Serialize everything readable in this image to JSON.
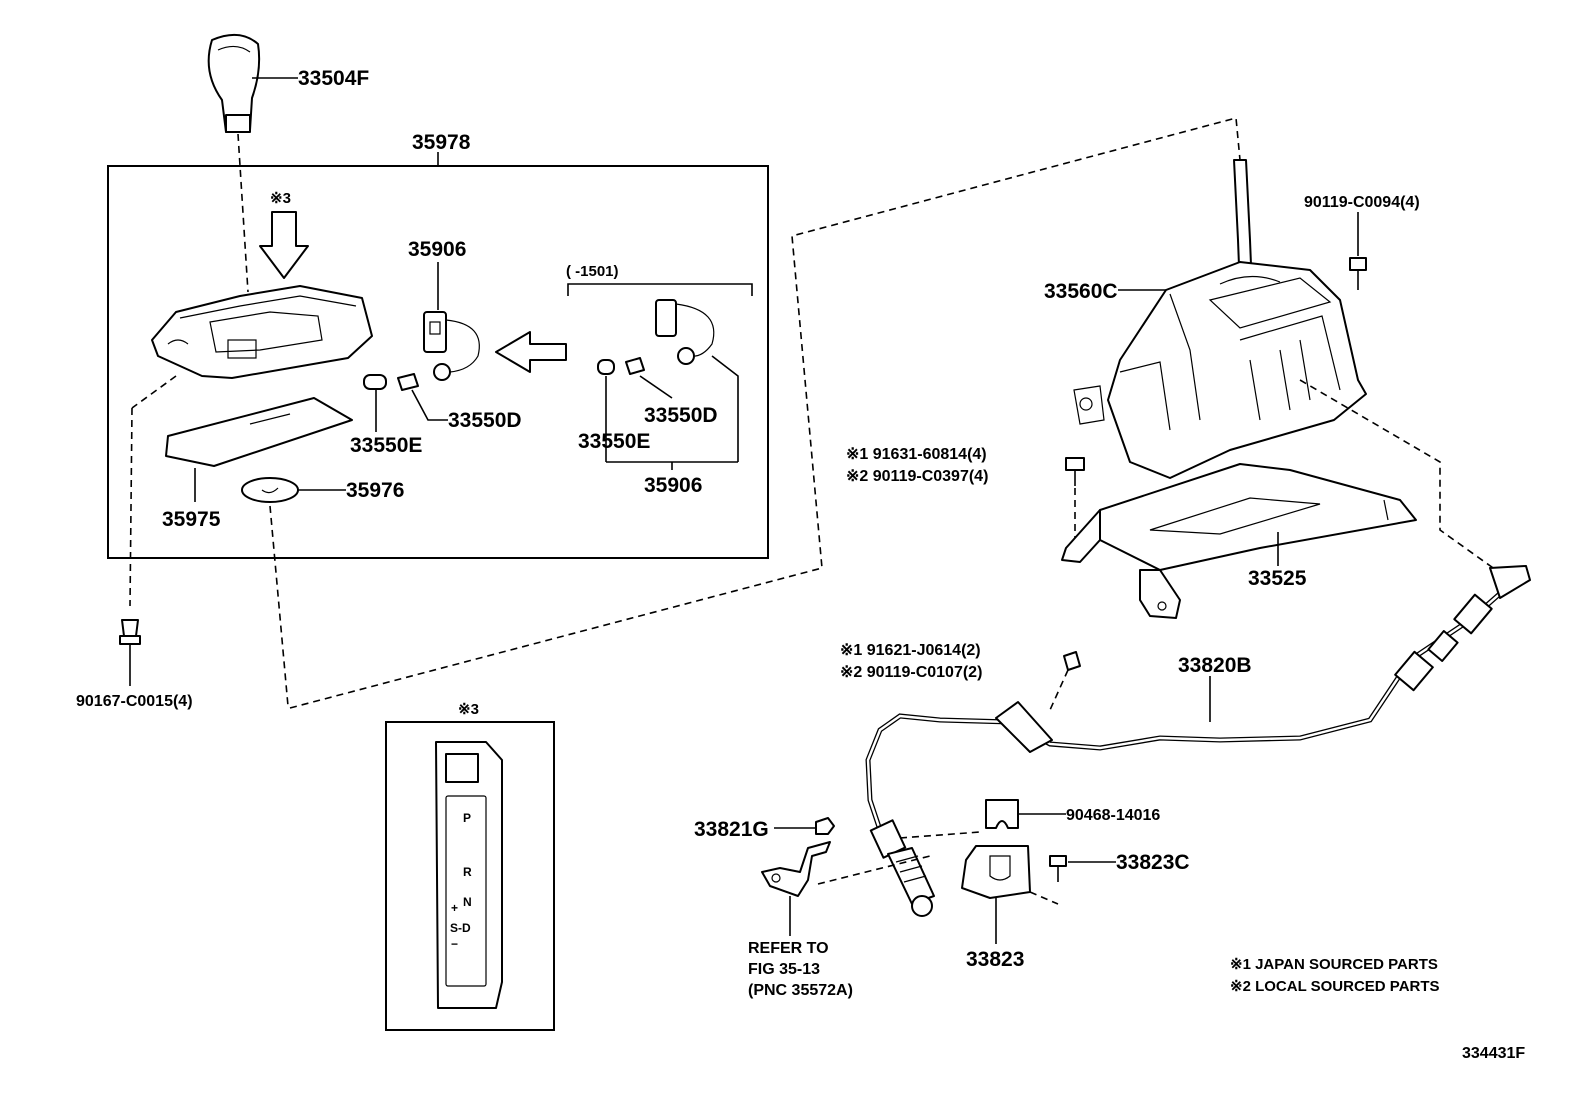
{
  "labels": {
    "knob": "33504F",
    "assy_box": "35978",
    "mark3_top": "※3",
    "socket_a": "35906",
    "range_note": "(        -1501)",
    "bulb_d_a": "33550D",
    "bulb_e_a": "33550E",
    "bulb_d_b": "33550D",
    "bulb_e_b": "33550E",
    "socket_b": "35906",
    "plate": "35975",
    "lens": "35976",
    "screw_left": "90167-C0015(4)",
    "housing": "33560C",
    "bolt_top": "90119-C0094(4)",
    "bolt_mid_1": "※1 91631-60814(4)",
    "bolt_mid_2": "※2 90119-C0397(4)",
    "bracket": "33525",
    "bolt_cable_1": "※1 91621-J0614(2)",
    "bolt_cable_2": "※2 90119-C0107(2)",
    "cable": "33820B",
    "clip": "90468-14016",
    "nut": "33821G",
    "bolt_small": "33823C",
    "retainer": "33823",
    "refer_1": "REFER TO",
    "refer_2": "FIG 35-13",
    "refer_3": "(PNC 35572A)",
    "mark3_detail": "※3",
    "legend_1": "※1 JAPAN SOURCED PARTS",
    "legend_2": "※2 LOCAL SOURCED PARTS",
    "figure_id": "334431F"
  },
  "gear_indicator": [
    "P",
    "R",
    "N",
    "+",
    "S-D",
    "−"
  ]
}
